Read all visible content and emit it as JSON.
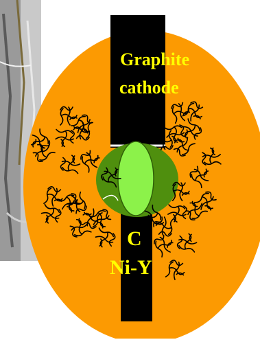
{
  "labels": {
    "cathode_line1": "Graphite",
    "cathode_line2": "cathode",
    "anode_line1": "C",
    "anode_line2": "Ni-Y"
  },
  "colors": {
    "background": "#ffffff",
    "chamber_orange": "#fc9a02",
    "electrode_black": "#000000",
    "plasma_dark_green": "#4f8f0e",
    "plasma_light_green": "#8cf24a",
    "text_yellow": "#ffff00",
    "photo_gray": "#b8b8b8"
  },
  "icons": {
    "nanotube": "squiggle-nanotube-icon"
  }
}
